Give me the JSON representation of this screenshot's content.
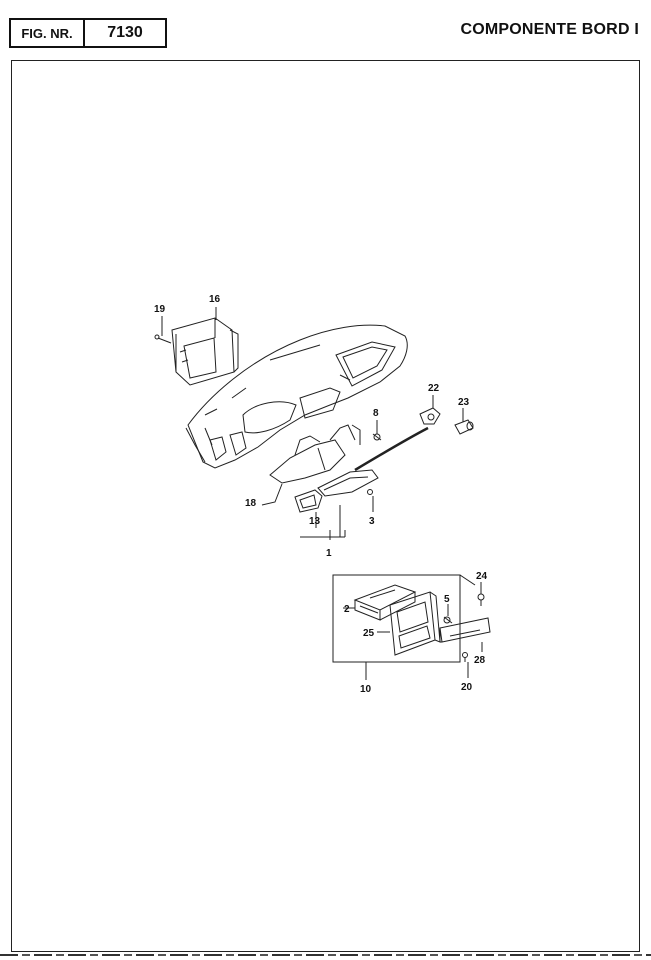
{
  "header": {
    "fig_label": "FIG. NR.",
    "fig_number": "7130",
    "title": "COMPONENTE BORD I"
  },
  "callouts": {
    "c19": "19",
    "c16": "16",
    "c22": "22",
    "c23": "23",
    "c8": "8",
    "c18": "18",
    "c13": "13",
    "c3": "3",
    "c1": "1",
    "c24": "24",
    "c2": "2",
    "c5": "5",
    "c25": "25",
    "c28": "28",
    "c10": "10",
    "c20": "20"
  }
}
